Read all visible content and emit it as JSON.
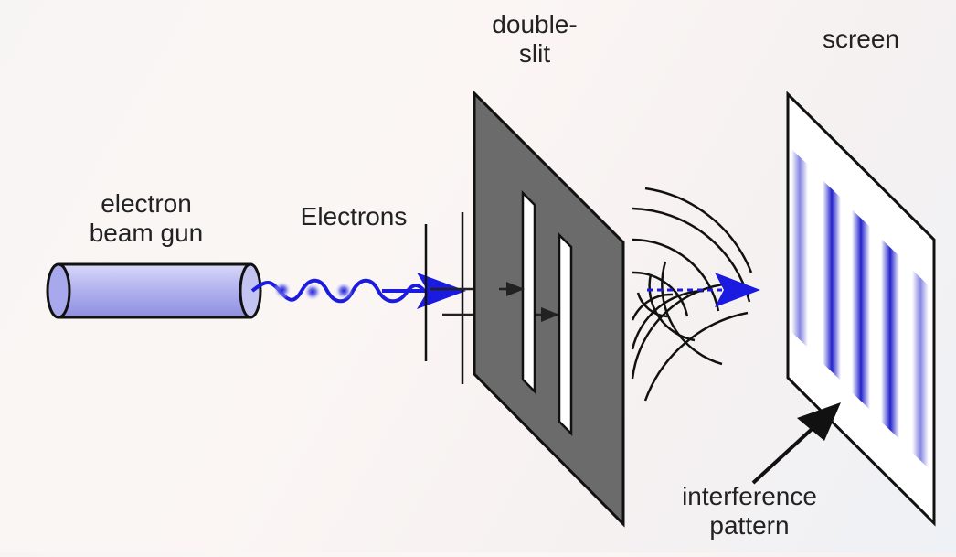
{
  "labels": {
    "gun_line1": "electron",
    "gun_line2": "beam gun",
    "electrons": "Electrons",
    "slit_line1": "double-",
    "slit_line2": "slit",
    "screen": "screen",
    "pattern_line1": "interference",
    "pattern_line2": "pattern"
  },
  "colors": {
    "beam": "#1a1ae0",
    "gun_fill": "#b4b4f0",
    "barrier": "#6b6b6b",
    "outline": "#111111",
    "fringe": "#2222cc"
  }
}
